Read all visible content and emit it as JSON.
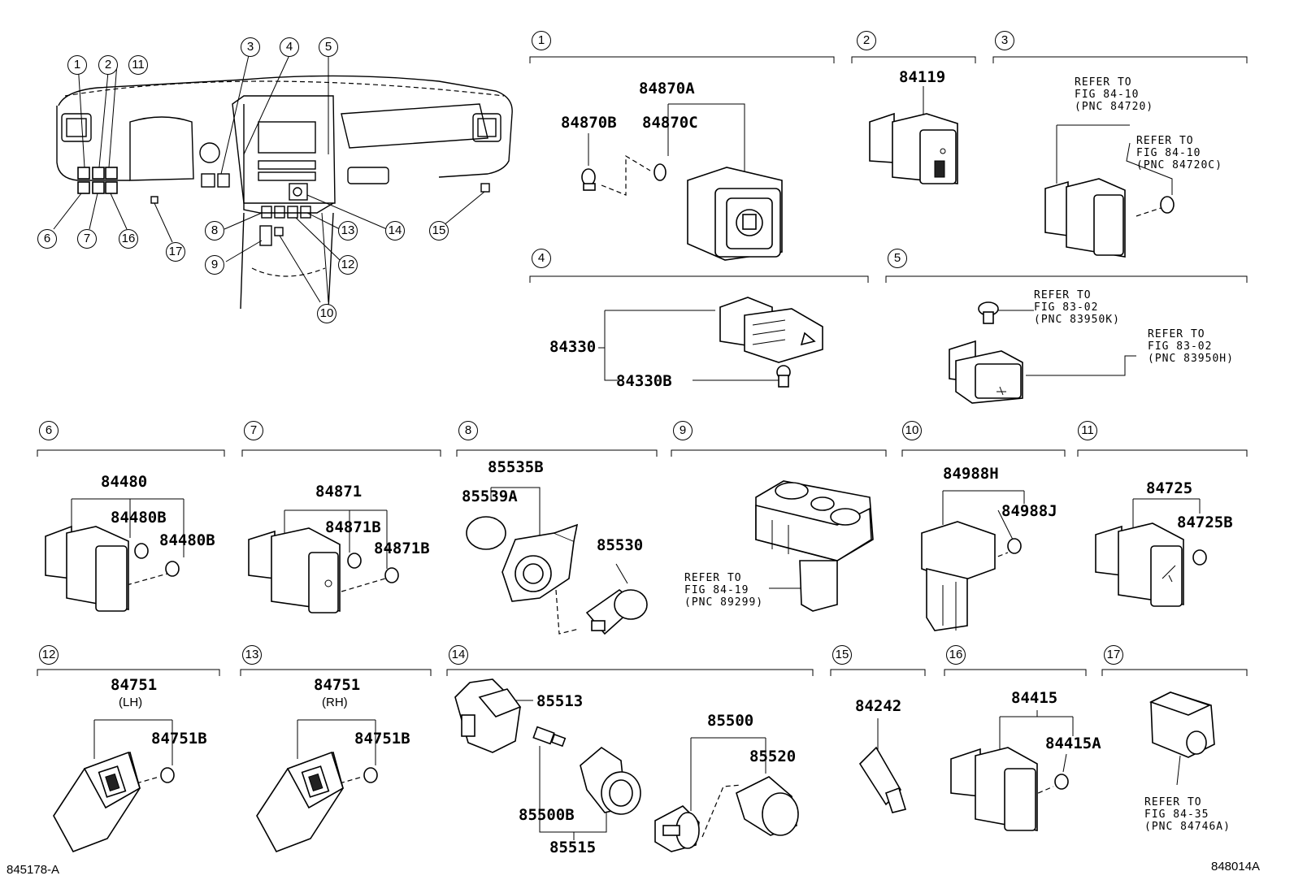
{
  "sheet_codes": {
    "left": "845178-A",
    "right": "848014A"
  },
  "callouts": [
    "1",
    "2",
    "3",
    "4",
    "5",
    "6",
    "7",
    "8",
    "9",
    "10",
    "11",
    "12",
    "13",
    "14",
    "15",
    "16",
    "17"
  ],
  "parts": {
    "p1": {
      "main": "84870A",
      "b": "84870B",
      "c": "84870C"
    },
    "p2": {
      "main": "84119"
    },
    "p3": {
      "ref1": "REFER TO\nFIG 84-10\n(PNC 84720)",
      "ref2": "REFER TO\nFIG 84-10\n(PNC 84720C)"
    },
    "p4": {
      "main": "84330",
      "b": "84330B"
    },
    "p5": {
      "ref1": "REFER TO\nFIG 83-02\n(PNC 83950K)",
      "ref2": "REFER TO\nFIG 83-02\n(PNC 83950H)"
    },
    "p6": {
      "main": "84480",
      "b1": "84480B",
      "b2": "84480B"
    },
    "p7": {
      "main": "84871",
      "b1": "84871B",
      "b2": "84871B"
    },
    "p8": {
      "main": "85535B",
      "a": "85539A",
      "c": "85530"
    },
    "p9": {
      "ref": "REFER TO\nFIG 84-19\n(PNC 89299)"
    },
    "p10": {
      "main": "84988H",
      "j": "84988J"
    },
    "p11": {
      "main": "84725",
      "b": "84725B"
    },
    "p12": {
      "main": "84751",
      "side": "(LH)",
      "b": "84751B"
    },
    "p13": {
      "main": "84751",
      "side": "(RH)",
      "b": "84751B"
    },
    "p14": {
      "a": "85513",
      "b": "85500B",
      "c": "85515",
      "d": "85500",
      "e": "85520"
    },
    "p15": {
      "main": "84242"
    },
    "p16": {
      "main": "84415",
      "a": "84415A"
    },
    "p17": {
      "ref": "REFER TO\nFIG 84-35\n(PNC 84746A)"
    }
  }
}
